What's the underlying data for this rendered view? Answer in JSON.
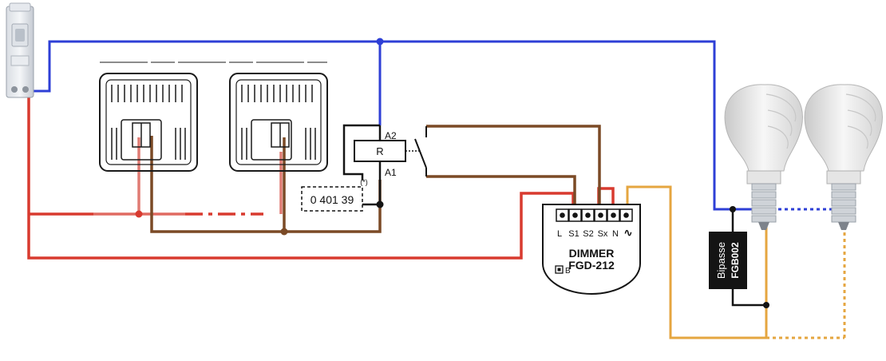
{
  "relay": {
    "letter": "R",
    "top_terminal": "A2",
    "bottom_terminal": "A1",
    "module_ref": "0 401 39",
    "note_mark": "(*)"
  },
  "dimmer": {
    "terminals": [
      "L",
      "S1",
      "S2",
      "Sx",
      "N",
      "∿"
    ],
    "title": "DIMMER",
    "model": "FGD-212",
    "button_label": "B"
  },
  "bypass": {
    "word": "Bipasse",
    "model": "FGB002"
  },
  "colors": {
    "neutral": "#2e3fd6",
    "phase": "#d83a2f",
    "return": "#7b4a26",
    "dimmed": "#e5a640",
    "black": "#141414"
  }
}
